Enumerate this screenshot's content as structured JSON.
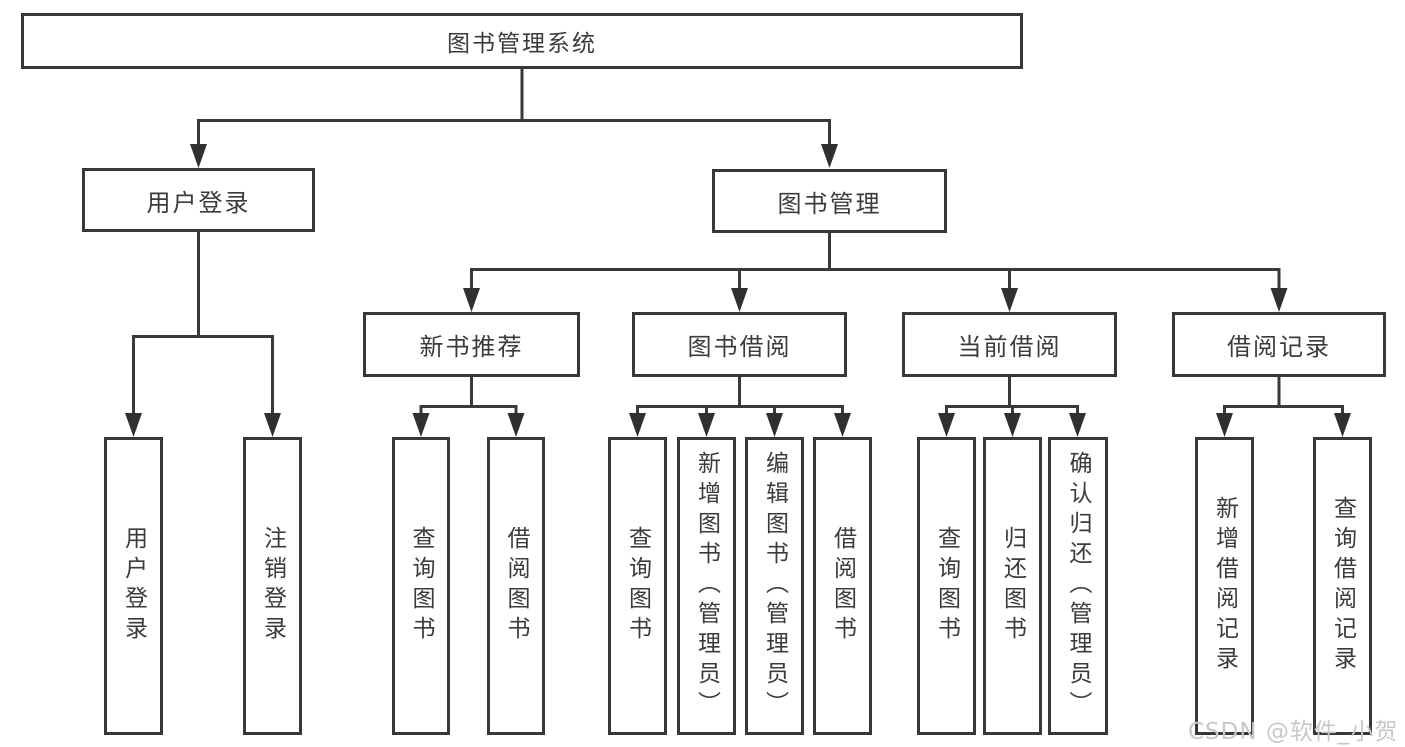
{
  "diagram": {
    "root": {
      "label": "图书管理系统"
    },
    "branches": [
      {
        "label": "用户登录",
        "children": [
          {
            "label": "用户登录"
          },
          {
            "label": "注销登录"
          }
        ]
      },
      {
        "label": "图书管理",
        "children": [
          {
            "label": "新书推荐",
            "children": [
              {
                "label": "查询图书"
              },
              {
                "label": "借阅图书"
              }
            ]
          },
          {
            "label": "图书借阅",
            "children": [
              {
                "label": "查询图书"
              },
              {
                "label": "新增图书（管理员）"
              },
              {
                "label": "编辑图书（管理员）"
              },
              {
                "label": "借阅图书"
              }
            ]
          },
          {
            "label": "当前借阅",
            "children": [
              {
                "label": "查询图书"
              },
              {
                "label": "归还图书"
              },
              {
                "label": "确认归还（管理员）"
              }
            ]
          },
          {
            "label": "借阅记录",
            "children": [
              {
                "label": "新增借阅记录"
              },
              {
                "label": "查询借阅记录"
              }
            ]
          }
        ]
      }
    ]
  },
  "watermark": {
    "text": "CSDN @软件_小贺同学",
    "color": "#c8c8c8"
  },
  "colors": {
    "line": "#39393b",
    "text": "#3b3b3d",
    "background": "#ffffff"
  }
}
